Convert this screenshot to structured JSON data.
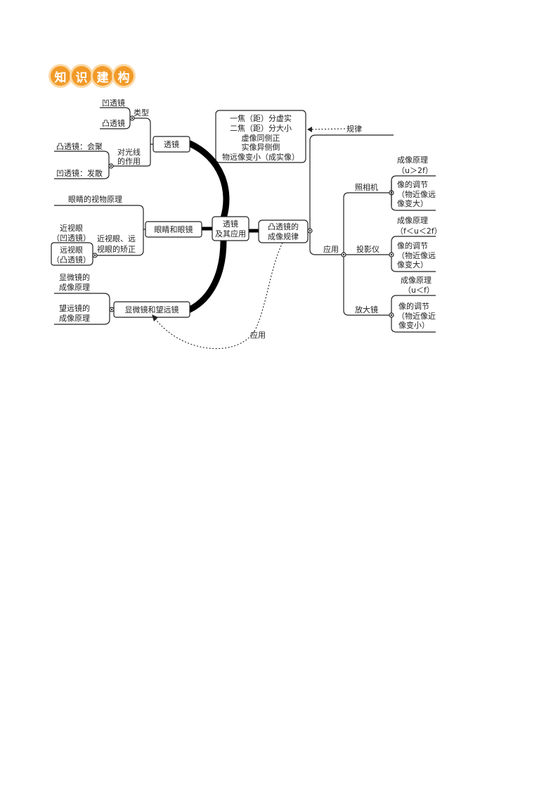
{
  "header": {
    "title_chars": [
      "知",
      "识",
      "建",
      "构"
    ]
  },
  "center": {
    "line1": "透镜",
    "line2": "及其应用"
  },
  "lens": {
    "box": "透镜",
    "type_label": "类型",
    "type_items": [
      "凹透镜",
      "凸透镜"
    ],
    "effect_label_1": "对光线",
    "effect_label_2": "的作用",
    "effect_items": [
      "凸透镜：会聚",
      "凹透镜：发散"
    ]
  },
  "eye": {
    "box": "眼睛和眼镜",
    "principle": "眼睛的视物原理",
    "correction_1": "近视眼、远",
    "correction_2": "视眼的矫正",
    "myopia_1": "近视眼",
    "myopia_2": "（凹透镜）",
    "hyperopia_1": "远视眼",
    "hyperopia_2": "（凸透镜）"
  },
  "instruments": {
    "box": "显微镜和望远镜",
    "microscope_1": "显微镜的",
    "microscope_2": "成像原理",
    "telescope_1": "望远镜的",
    "telescope_2": "成像原理"
  },
  "rule": {
    "box_1": "凸透镜的",
    "box_2": "成像规律",
    "rule_label": "规律",
    "apply_label": "应用",
    "dashed_label": "应用",
    "rule_lines": [
      "一焦（距）分虚实",
      "二焦（距）分大小",
      "虚像同侧正",
      "实像异侧倒",
      "物远像变小（成实像）"
    ]
  },
  "applications": [
    {
      "name": "照相机",
      "principle": "成像原理",
      "condition": "（u＞2f）",
      "adjust": [
        "像的调节",
        "（物近像远",
        "像变大）"
      ]
    },
    {
      "name": "投影仪",
      "principle": "成像原理",
      "condition": "（f＜u＜2f）",
      "adjust": [
        "像的调节",
        "（物近像远",
        "像变大）"
      ]
    },
    {
      "name": "放大镜",
      "principle": "成像原理",
      "condition": "（u＜f）",
      "adjust": [
        "像的调节",
        "（物近像近",
        "像变小）"
      ]
    }
  ]
}
